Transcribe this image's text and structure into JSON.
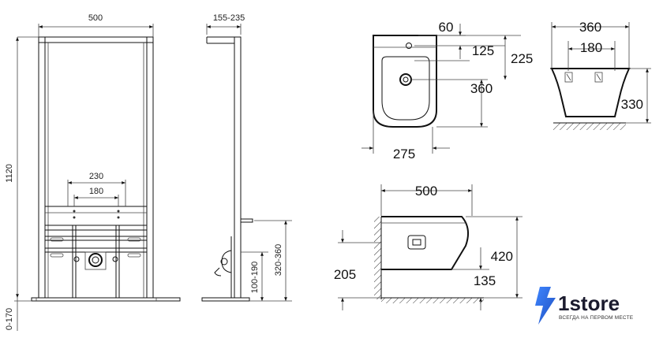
{
  "front_view": {
    "width": "500",
    "height": "1120",
    "foot": "0-170",
    "holes_outer": "230",
    "holes_inner": "180"
  },
  "side_view": {
    "depth": "155-235",
    "outlet_height": "320-360",
    "inlet_height": "100-190"
  },
  "bidet_top": {
    "dim_60": "60",
    "dim_125": "125",
    "dim_225": "225",
    "dim_360": "360",
    "dim_275": "275"
  },
  "bidet_back": {
    "width": "360",
    "holes": "180",
    "height": "330"
  },
  "bidet_side": {
    "length": "500",
    "height": "420",
    "dim_205": "205",
    "dim_135": "135"
  },
  "brand": {
    "name": "1store",
    "tagline": "ВСЕГДА НА ПЕРВОМ МЕСТЕ",
    "colors": {
      "logo_blue": "#2f6be0",
      "logo_dark": "#1b1b2e"
    }
  }
}
